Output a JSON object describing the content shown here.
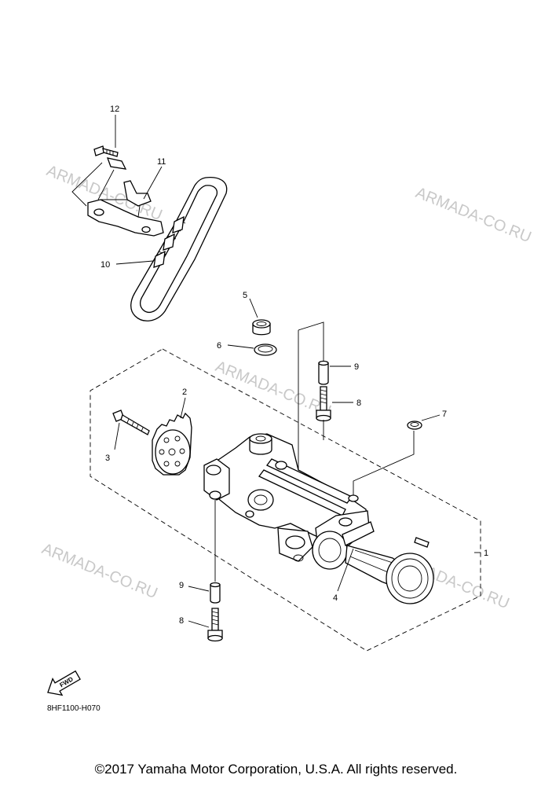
{
  "watermark": {
    "text": "ARMADA-CO.RU"
  },
  "callouts": {
    "c1": "1",
    "c2": "2",
    "c3": "3",
    "c4": "4",
    "c5": "5",
    "c6": "6",
    "c7": "7",
    "c8a": "8",
    "c8b": "8",
    "c9a": "9",
    "c9b": "9",
    "c10": "10",
    "c11": "11",
    "c12": "12"
  },
  "fwd_label": "FWD",
  "part_code": "8HF1100-H070",
  "copyright": "©2017 Yamaha Motor Corporation, U.S.A. All rights reserved.",
  "colors": {
    "line": "#000000",
    "watermark": "#c8c8c8",
    "background": "#ffffff"
  }
}
